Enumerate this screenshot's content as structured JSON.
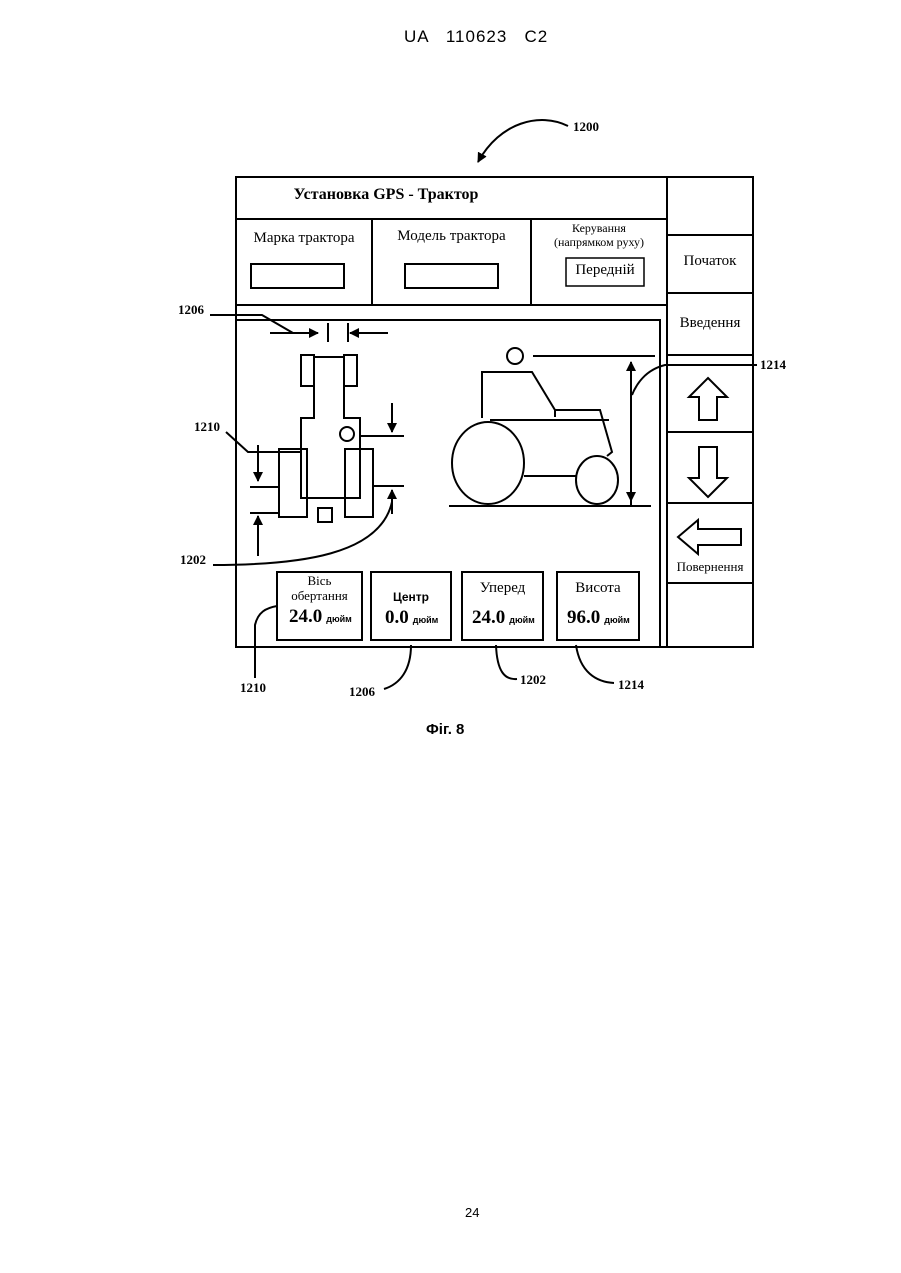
{
  "page": {
    "header": "UA   110623   C2",
    "figure_caption": "Фіг. 8",
    "page_number": "24"
  },
  "refs": {
    "r1200": "1200",
    "r1206_top": "1206",
    "r1210_left": "1210",
    "r1202_left": "1202",
    "r1214_right": "1214",
    "r1210_bottom": "1210",
    "r1206_bottom": "1206",
    "r1202_bottom": "1202",
    "r1214_bottom": "1214"
  },
  "screen": {
    "title": "Установка GPS - Трактор",
    "make_label": "Марка трактора",
    "model_label": "Модель трактора",
    "steering_label_1": "Керування",
    "steering_label_2": "(напрямком руху)",
    "steering_value": "Передній",
    "side": {
      "start": "Початок",
      "enter": "Введення",
      "back": "Повернення",
      "up_icon": "arrow-up-icon",
      "down_icon": "arrow-down-icon",
      "left_icon": "arrow-left-icon"
    },
    "fields": {
      "pivot_label_1": "Вісь",
      "pivot_label_2": "обертання",
      "pivot_value": "24.0",
      "center_label": "Центр",
      "center_value": "0.0",
      "forward_label": "Уперед",
      "forward_value": "24.0",
      "height_label": "Висота",
      "height_value": "96.0",
      "unit": "дюйм"
    }
  }
}
